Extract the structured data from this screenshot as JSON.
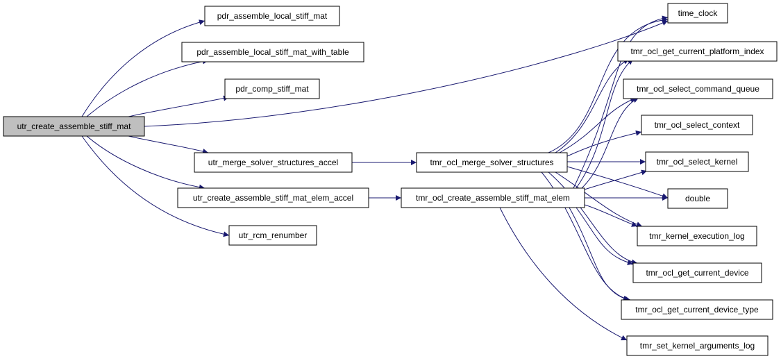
{
  "colors": {
    "edge": "#191970",
    "node_border": "#000000",
    "node_fill": "#ffffff",
    "root_fill": "#bfbfbf"
  },
  "nodes": [
    {
      "id": "n_root",
      "label": "utr_create_assemble_stiff_mat"
    },
    {
      "id": "n_pdr1",
      "label": "pdr_assemble_local_stiff_mat"
    },
    {
      "id": "n_pdr2",
      "label": "pdr_assemble_local_stiff_mat_with_table"
    },
    {
      "id": "n_pdr3",
      "label": "pdr_comp_stiff_mat"
    },
    {
      "id": "n_utrm",
      "label": "utr_merge_solver_structures_accel"
    },
    {
      "id": "n_utrc",
      "label": "utr_create_assemble_stiff_mat_elem_accel"
    },
    {
      "id": "n_utrr",
      "label": "utr_rcm_renumber"
    },
    {
      "id": "n_tmrm",
      "label": "tmr_ocl_merge_solver_structures"
    },
    {
      "id": "n_tmrc",
      "label": "tmr_ocl_create_assemble_stiff_mat_elem"
    },
    {
      "id": "n_time",
      "label": "time_clock"
    },
    {
      "id": "n_plat",
      "label": "tmr_ocl_get_current_platform_index"
    },
    {
      "id": "n_cmdq",
      "label": "tmr_ocl_select_command_queue"
    },
    {
      "id": "n_ctx",
      "label": "tmr_ocl_select_context"
    },
    {
      "id": "n_kern",
      "label": "tmr_ocl_select_kernel"
    },
    {
      "id": "n_dbl",
      "label": "double"
    },
    {
      "id": "n_exlog",
      "label": "tmr_kernel_execution_log"
    },
    {
      "id": "n_dev",
      "label": "tmr_ocl_get_current_device"
    },
    {
      "id": "n_devt",
      "label": "tmr_ocl_get_current_device_type"
    },
    {
      "id": "n_args",
      "label": "tmr_set_kernel_arguments_log"
    }
  ],
  "edges": [
    [
      "n_root",
      "n_pdr1"
    ],
    [
      "n_root",
      "n_pdr2"
    ],
    [
      "n_root",
      "n_pdr3"
    ],
    [
      "n_root",
      "n_time"
    ],
    [
      "n_root",
      "n_utrm"
    ],
    [
      "n_root",
      "n_utrc"
    ],
    [
      "n_root",
      "n_utrr"
    ],
    [
      "n_utrm",
      "n_tmrm"
    ],
    [
      "n_utrc",
      "n_tmrc"
    ],
    [
      "n_tmrm",
      "n_time"
    ],
    [
      "n_tmrm",
      "n_plat"
    ],
    [
      "n_tmrm",
      "n_cmdq"
    ],
    [
      "n_tmrm",
      "n_ctx"
    ],
    [
      "n_tmrm",
      "n_kern"
    ],
    [
      "n_tmrm",
      "n_dbl"
    ],
    [
      "n_tmrm",
      "n_exlog"
    ],
    [
      "n_tmrm",
      "n_dev"
    ],
    [
      "n_tmrm",
      "n_devt"
    ],
    [
      "n_tmrc",
      "n_time"
    ],
    [
      "n_tmrc",
      "n_plat"
    ],
    [
      "n_tmrc",
      "n_cmdq"
    ],
    [
      "n_tmrc",
      "n_kern"
    ],
    [
      "n_tmrc",
      "n_dbl"
    ],
    [
      "n_tmrc",
      "n_exlog"
    ],
    [
      "n_tmrc",
      "n_dev"
    ],
    [
      "n_tmrc",
      "n_devt"
    ],
    [
      "n_tmrc",
      "n_args"
    ]
  ]
}
